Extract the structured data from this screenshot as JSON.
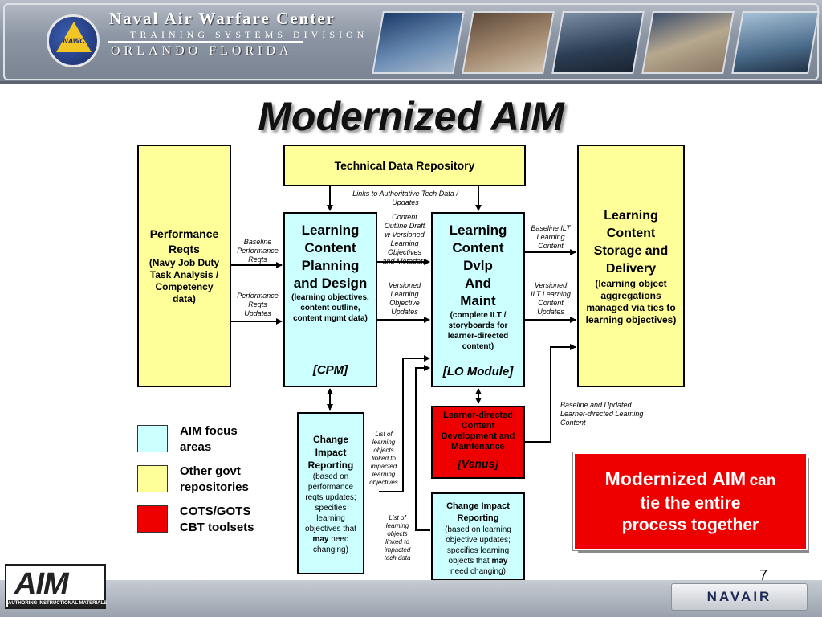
{
  "header": {
    "line1": "Naval Air Warfare Center",
    "line2": "TRAINING SYSTEMS DIVISION",
    "line3": "ORLANDO FLORIDA",
    "logo_text": "NAWC"
  },
  "title": "Modernized AIM",
  "boxes": {
    "tdr": {
      "label": "Technical Data Repository"
    },
    "perf": {
      "title": [
        "Performance",
        "Reqts"
      ],
      "detail": [
        "(Navy Job Duty",
        "Task Analysis /",
        "Competency",
        "data)"
      ]
    },
    "lcpd": {
      "title": [
        "Learning",
        "Content",
        "Planning",
        "and Design"
      ],
      "detail": [
        "(learning objectives,",
        "content outline,",
        "content mgmt data)"
      ],
      "tag": "[CPM]"
    },
    "lcdm": {
      "title": [
        "Learning",
        "Content",
        "Dvlp",
        "And",
        "Maint"
      ],
      "detail": [
        "(complete ILT /",
        "storyboards for",
        "learner-directed",
        "content)"
      ],
      "tag": "[LO Module]"
    },
    "lcsd": {
      "title": [
        "Learning",
        "Content",
        "Storage and",
        "Delivery"
      ],
      "detail": [
        "(learning object",
        "aggregations",
        "managed via ties to",
        "learning objectives)"
      ]
    },
    "cir1": {
      "title": [
        "Change",
        "Impact",
        "Reporting"
      ],
      "detail": [
        "(based on",
        "performance",
        "reqts updates;",
        "specifies",
        "learning",
        "objectives that"
      ],
      "emph": "may",
      "detail_end": "need",
      "detail_last": "changing)"
    },
    "venus": {
      "title": [
        "Learner-directed",
        "Content",
        "Development and",
        "Maintenance"
      ],
      "tag": "[Venus]"
    },
    "cir2": {
      "title": [
        "Change Impact",
        "Reporting"
      ],
      "detail": [
        "(based on learning",
        "objective updates;",
        "specifies learning"
      ],
      "lead": "objects that",
      "emph": "may",
      "detail_last": "need changing)"
    }
  },
  "labels": {
    "links": [
      "Links to Authoritative Tech Data /",
      "Updates"
    ],
    "baseline_perf": [
      "Baseline",
      "Performance",
      "Reqts"
    ],
    "perf_updates": [
      "Performance",
      "Reqts",
      "Updates"
    ],
    "outline": [
      "Content",
      "Outline Draft",
      "w Versioned",
      "Learning",
      "Objectives",
      "and Metadata"
    ],
    "versioned_lo": [
      "Versioned",
      "Learning",
      "Objective",
      "Updates"
    ],
    "baseline_ilt": [
      "Baseline ILT",
      "Learning",
      "Content"
    ],
    "versioned_ilt": [
      "Versioned",
      "ILT Learning",
      "Content",
      "Updates"
    ],
    "baseline_updated": [
      "Baseline and Updated",
      "Learner-directed Learning",
      "Content"
    ],
    "list1": [
      "List of",
      "learning",
      "objects",
      "linked to",
      "impacted",
      "learning",
      "objectives"
    ],
    "list2": [
      "List of",
      "learning",
      "objects",
      "linked to",
      "impacted",
      "tech data"
    ]
  },
  "legend": [
    {
      "color": "#ccffff",
      "label": [
        "AIM focus",
        "areas"
      ]
    },
    {
      "color": "#ffff99",
      "label": [
        "Other govt",
        "repositories"
      ]
    },
    {
      "color": "#ee0000",
      "label": [
        "COTS/GOTS",
        "CBT toolsets"
      ]
    }
  ],
  "callout": {
    "lead": "Modernized AIM",
    "small": "can",
    "line2": "tie the entire",
    "line3": "process together"
  },
  "page_number": "7",
  "footer": {
    "aim_logo": "AIM",
    "aim_sub": "AUTHORING INSTRUCTIONAL MATERIALS",
    "navair": "NAVAIR"
  },
  "colors": {
    "focus": "#ccffff",
    "govt": "#ffff99",
    "cots": "#ee0000",
    "callout": "#ee0000"
  }
}
